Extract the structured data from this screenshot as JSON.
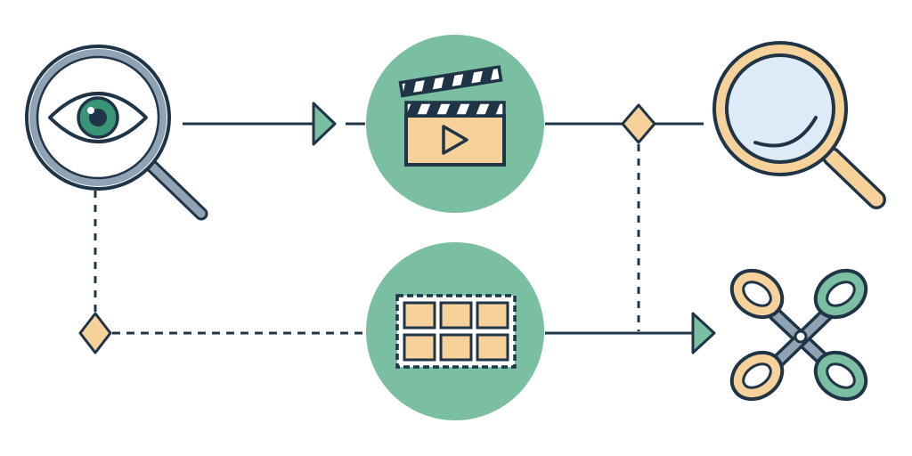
{
  "diagram": {
    "nodes": [
      {
        "id": "eye-lens",
        "icon": "eye-magnifier-icon"
      },
      {
        "id": "clapperboard",
        "icon": "clapperboard-play-icon"
      },
      {
        "id": "search",
        "icon": "magnifying-glass-icon"
      },
      {
        "id": "frames",
        "icon": "film-frames-grid-icon"
      },
      {
        "id": "scissors",
        "icon": "scissors-icon"
      }
    ],
    "connectors": [
      {
        "from": "eye-lens",
        "to": "clapperboard",
        "style": "solid",
        "marker": "arrow"
      },
      {
        "from": "clapperboard",
        "to": "search",
        "style": "solid",
        "marker": "diamond"
      },
      {
        "from": "eye-lens",
        "to": "frames",
        "style": "dashed",
        "marker": "diamond"
      },
      {
        "from": "frames",
        "to": "scissors",
        "style": "solid",
        "marker": "arrow"
      },
      {
        "from": "clapperboard",
        "to": "scissors",
        "style": "dashed",
        "marker": "none"
      }
    ]
  },
  "colors": {
    "outline": "#1f3447",
    "teal": "#7bbfa3",
    "teal_dark": "#3a9477",
    "peach": "#f6d29a",
    "lens": "#dcebf7",
    "steel": "#8fa3b5",
    "background": "#ffffff"
  }
}
